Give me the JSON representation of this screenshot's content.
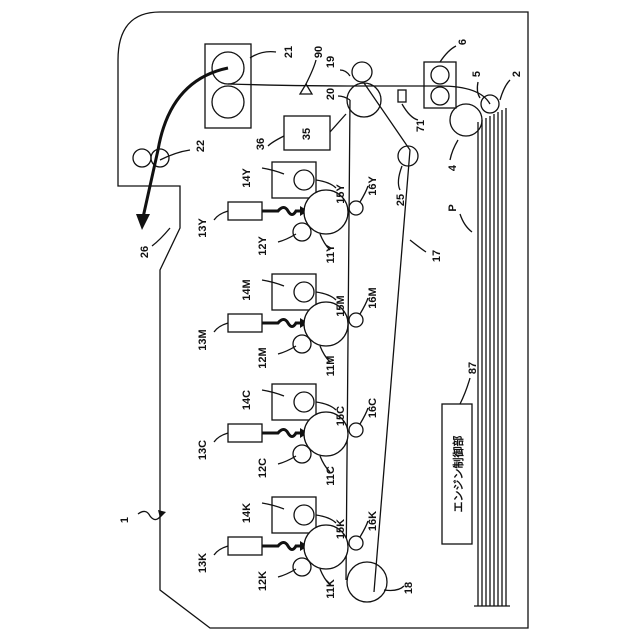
{
  "labels": {
    "apparatus": "1",
    "paper_tray": "2",
    "feed_roller": "4",
    "pickup_roller": "5",
    "registration_roller": "6",
    "fixing_unit": "21",
    "exit_roller": "22",
    "sensor_90": "90",
    "roller_19": "19",
    "roller_20": "20",
    "unit_35": "35",
    "unit_36": "36",
    "sensor_71": "71",
    "roller_25": "25",
    "belt": "17",
    "drive_roller": "18",
    "paper_p": "P",
    "guide_26": "26",
    "controller_ref": "87"
  },
  "stations": [
    {
      "color": "Y",
      "laser": "13Y",
      "developer": "14Y",
      "dev_roller": "15Y",
      "transfer_roller": "16Y",
      "drum": "11Y",
      "charger": "12Y"
    },
    {
      "color": "M",
      "laser": "13M",
      "developer": "14M",
      "dev_roller": "15M",
      "transfer_roller": "16M",
      "drum": "11M",
      "charger": "12M"
    },
    {
      "color": "C",
      "laser": "13C",
      "developer": "14C",
      "dev_roller": "15C",
      "transfer_roller": "16C",
      "drum": "11C",
      "charger": "12C"
    },
    {
      "color": "K",
      "laser": "13K",
      "developer": "14K",
      "dev_roller": "15K",
      "transfer_roller": "16K",
      "drum": "11K",
      "charger": "12K"
    }
  ],
  "engine_controller": "エンジン制御部"
}
